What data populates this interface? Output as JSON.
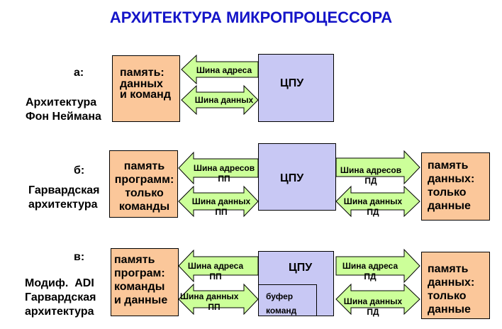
{
  "title": "АРХИТЕКТУРА МИКРОПРОЦЕССОРА",
  "colors": {
    "title": "#1414c8",
    "memory_fill": "#fbc79a",
    "cpu_fill": "#c8c8f4",
    "arrow_fill": "#ccff99"
  },
  "section_a": {
    "letter": "а:",
    "name_line1": "Архитектура",
    "name_line2": "Фон Неймана",
    "memory_line1": "память:",
    "memory_line2": "данных",
    "memory_line3": "и команд",
    "cpu": "ЦПУ",
    "bus_address": "Шина адреса",
    "bus_data": "Шина данных"
  },
  "section_b": {
    "letter": "б:",
    "name_line1": "Гарвардская",
    "name_line2": "архитектура",
    "prog_memory_line1": "память",
    "prog_memory_line2": "программ:",
    "prog_memory_line3": "только",
    "prog_memory_line4": "команды",
    "cpu": "ЦПУ",
    "bus_address_pp_line1": "Шина адресов",
    "bus_address_pp_line2": "ПП",
    "bus_data_pp_line1": "Шина данных",
    "bus_data_pp_line2": "ПП",
    "bus_address_pd_line1": "Шина адресов",
    "bus_address_pd_line2": "ПД",
    "bus_data_pd_line1": "Шина данных",
    "bus_data_pd_line2": "ПД",
    "data_memory_line1": "память",
    "data_memory_line2": "данных:",
    "data_memory_line3": "только",
    "data_memory_line4": "данные"
  },
  "section_c": {
    "letter": "в:",
    "name_line1": "Модиф.  ADI",
    "name_line2": "Гарвардская",
    "name_line3": "архитектура",
    "prog_memory_line1": "память",
    "prog_memory_line2": "програм:",
    "prog_memory_line3": "команды",
    "prog_memory_line4": "и данные",
    "cpu": "ЦПУ",
    "buffer_line1": "буфер",
    "buffer_line2": "команд",
    "bus_address_pp_line1": "Шина адреса",
    "bus_address_pp_line2": "ПП",
    "bus_data_pp_line1": "Шина данных",
    "bus_data_pp_line2": "ПП",
    "bus_address_pd_line1": "Шина адреса",
    "bus_address_pd_line2": "ПД",
    "bus_data_pd_line1": "Шина данных",
    "bus_data_pd_line2": "ПД",
    "data_memory_line1": "память",
    "data_memory_line2": "данных:",
    "data_memory_line3": "только",
    "data_memory_line4": "данные"
  }
}
